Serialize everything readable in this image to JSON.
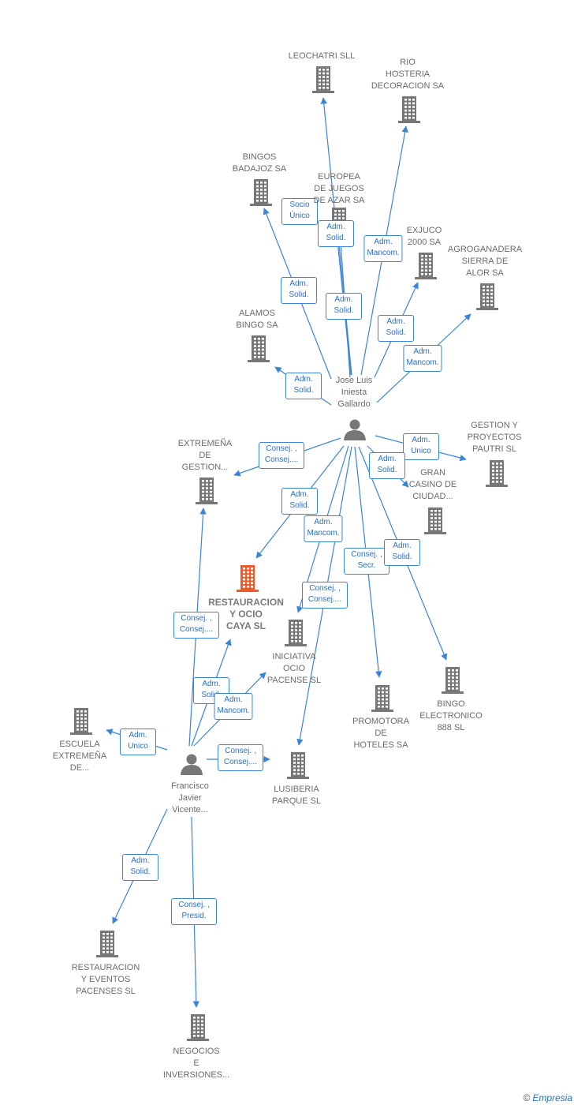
{
  "colors": {
    "edge": "#3b84d6",
    "building": "#777777",
    "highlight": "#f05a28",
    "person": "#777777"
  },
  "nodes": [
    {
      "id": "leochatri",
      "type": "company",
      "label": "LEOCHATRI  SLL"
    },
    {
      "id": "rio",
      "type": "company",
      "label": "RIO\nHOSTERIA\nDECORACION SA"
    },
    {
      "id": "bingos",
      "type": "company",
      "label": "BINGOS\nBADAJOZ SA"
    },
    {
      "id": "europea",
      "type": "company",
      "label": "EUROPEA\nDE JUEGOS\nDE AZAR SA"
    },
    {
      "id": "exjuco",
      "type": "company",
      "label": "EXJUCO\n2000 SA"
    },
    {
      "id": "agroganadera",
      "type": "company",
      "label": "AGROGANADERA\nSIERRA DE\nALOR SA"
    },
    {
      "id": "alamos",
      "type": "company",
      "label": "ALAMOS\nBINGO SA"
    },
    {
      "id": "jose",
      "type": "person",
      "label": "Jose Luis\nIniesta\nGallardo"
    },
    {
      "id": "extremena",
      "type": "company",
      "label": "EXTREMEÑA\nDE\nGESTION..."
    },
    {
      "id": "gestion",
      "type": "company",
      "label": "GESTION Y\nPROYECTOS\nPAUTRI  SL"
    },
    {
      "id": "gran",
      "type": "company",
      "label": "GRAN\nCASINO DE\nCIUDAD..."
    },
    {
      "id": "restauracion",
      "type": "company",
      "main": true,
      "label": "RESTAURACION\nY OCIO\nCAYA  SL"
    },
    {
      "id": "iniciativa",
      "type": "company",
      "label": "INICIATIVA\nOCIO\nPACENSE  SL"
    },
    {
      "id": "promotora",
      "type": "company",
      "label": "PROMOTORA\nDE\nHOTELES SA"
    },
    {
      "id": "bingoe",
      "type": "company",
      "label": "BINGO\nELECTRONICO\n888 SL"
    },
    {
      "id": "escuela",
      "type": "company",
      "label": "ESCUELA\nEXTREMEÑA\nDE..."
    },
    {
      "id": "francisco",
      "type": "person",
      "label": "Francisco\nJavier\nVicente..."
    },
    {
      "id": "lusiberia",
      "type": "company",
      "label": "LUSIBERIA\nPARQUE  SL"
    },
    {
      "id": "restauracion_ev",
      "type": "company",
      "label": "RESTAURACION\nY EVENTOS\nPACENSES  SL"
    },
    {
      "id": "negocios",
      "type": "company",
      "label": "NEGOCIOS\nE\nINVERSIONES..."
    }
  ],
  "edges": [
    {
      "from": "jose",
      "to": "leochatri",
      "label": "Socio\nÚnico"
    },
    {
      "from": "jose",
      "to": "europea",
      "label": "Adm.\nSolid."
    },
    {
      "from": "jose",
      "to": "rio",
      "label": "Adm.\nMancom."
    },
    {
      "from": "jose",
      "to": "bingos",
      "label": "Adm.\nSolid."
    },
    {
      "from": "jose",
      "to": "europea",
      "label": "Adm.\nSolid."
    },
    {
      "from": "jose",
      "to": "exjuco",
      "label": "Adm.\nSolid."
    },
    {
      "from": "jose",
      "to": "agroganadera",
      "label": "Adm.\nMancom."
    },
    {
      "from": "jose",
      "to": "alamos",
      "label": "Adm.\nSolid."
    },
    {
      "from": "jose",
      "to": "extremena",
      "label": "Consej. ,\nConsej...."
    },
    {
      "from": "jose",
      "to": "gestion",
      "label": "Adm.\nUnico"
    },
    {
      "from": "jose",
      "to": "gran",
      "label": "Adm.\nSolid."
    },
    {
      "from": "jose",
      "to": "restauracion",
      "label": "Adm.\nSolid."
    },
    {
      "from": "jose",
      "to": "iniciativa",
      "label": "Adm.\nMancom."
    },
    {
      "from": "jose",
      "to": "promotora",
      "label": "Consej. ,\nSecr."
    },
    {
      "from": "jose",
      "to": "bingoe",
      "label": "Adm.\nSolid."
    },
    {
      "from": "jose",
      "to": "lusiberia",
      "label": "Consej. ,\nConsej...."
    },
    {
      "from": "francisco",
      "to": "extremena",
      "label": "Consej. ,\nConsej...."
    },
    {
      "from": "francisco",
      "to": "restauracion",
      "label": "Adm.\nSolid."
    },
    {
      "from": "francisco",
      "to": "iniciativa",
      "label": "Adm.\nMancom."
    },
    {
      "from": "francisco",
      "to": "escuela",
      "label": "Adm.\nUnico"
    },
    {
      "from": "francisco",
      "to": "lusiberia",
      "label": "Consej. ,\nConsej...."
    },
    {
      "from": "francisco",
      "to": "restauracion_ev",
      "label": "Adm.\nSolid."
    },
    {
      "from": "francisco",
      "to": "negocios",
      "label": "Consej. ,\nPresid."
    }
  ],
  "footer": {
    "copyright": "©",
    "brand": "Empresia"
  }
}
